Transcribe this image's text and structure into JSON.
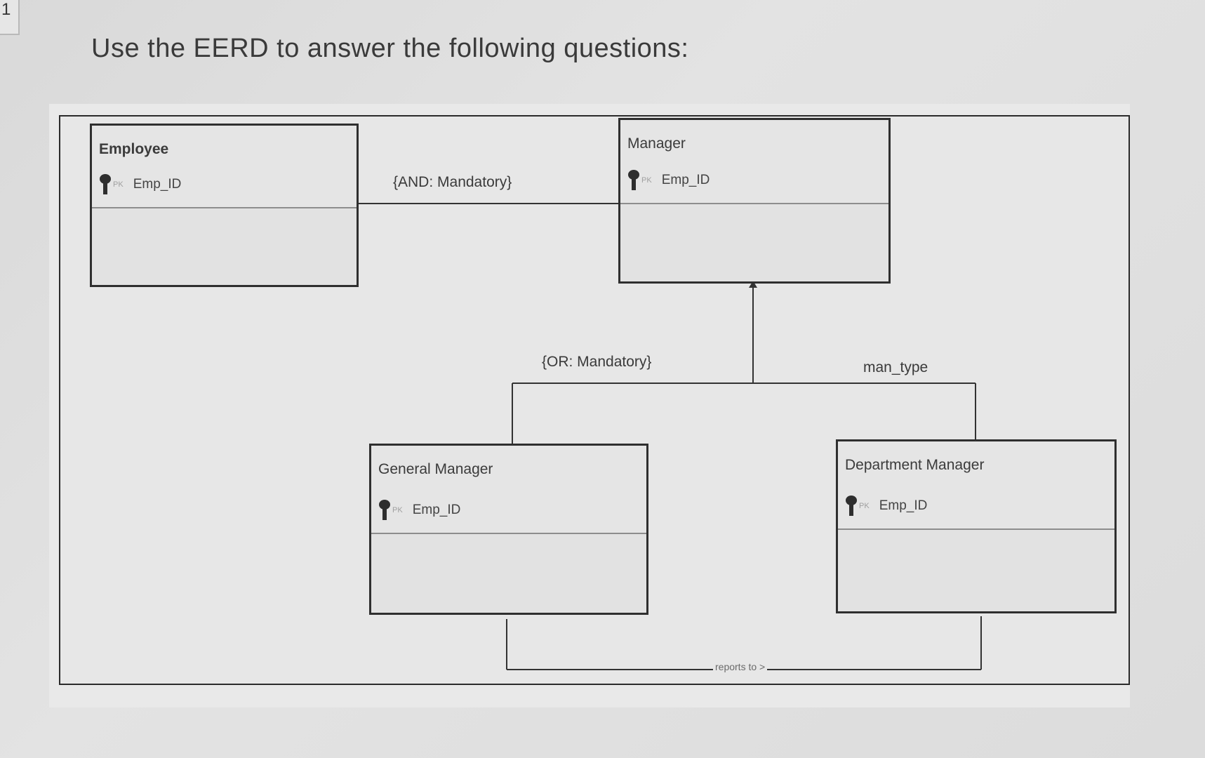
{
  "page": {
    "corner_glyph": "1",
    "title": "Use the EERD to answer the following questions:"
  },
  "entities": {
    "employee": {
      "name": "Employee",
      "pk_tag": "PK",
      "attribute": "Emp_ID"
    },
    "manager": {
      "name": "Manager",
      "pk_tag": "PK",
      "attribute": "Emp_ID"
    },
    "general_manager": {
      "name": "General Manager",
      "pk_tag": "PK",
      "attribute": "Emp_ID"
    },
    "department_manager": {
      "name": "Department Manager",
      "pk_tag": "PK",
      "attribute": "Emp_ID"
    }
  },
  "relationships": {
    "inheritance_constraint": "{AND: Mandatory}",
    "subtype_constraint": "{OR: Mandatory}",
    "discriminator": "man_type",
    "recursive_label": "reports to >"
  },
  "icons": {
    "primary_key": "key-icon"
  },
  "colors": {
    "line": "#333333",
    "entity_fill": "#e2e2e2",
    "background": "#dcdcdc"
  }
}
